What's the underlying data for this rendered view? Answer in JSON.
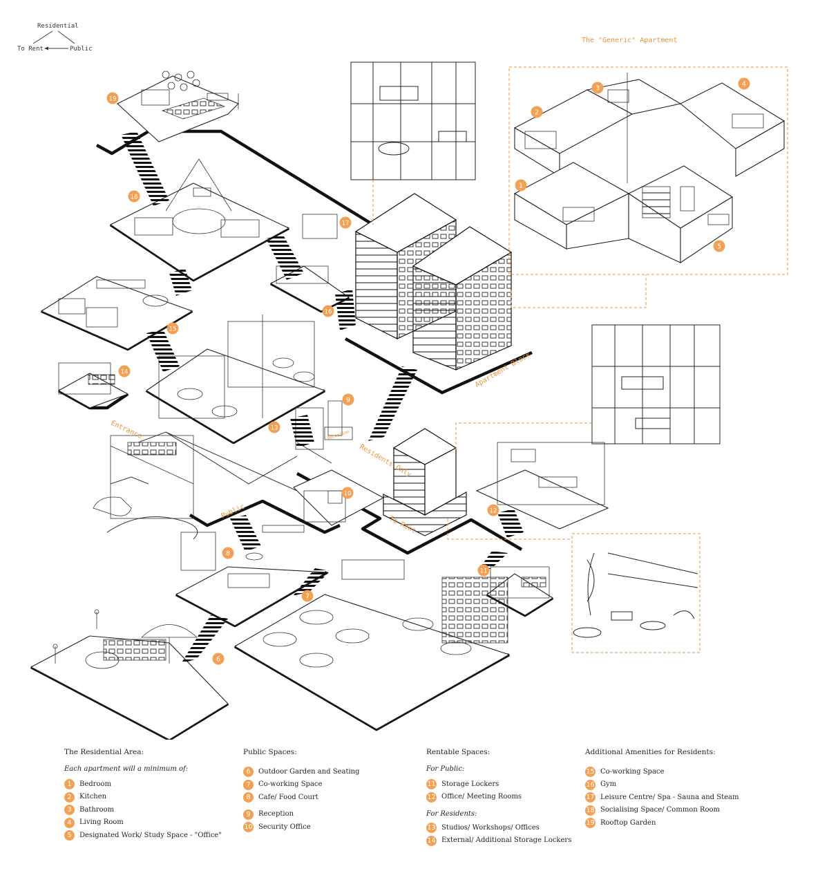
{
  "flow": {
    "residential": "Residential",
    "to_rent": "To Rent",
    "public": "Public"
  },
  "labels": {
    "generic_apartment": "The \"Generic\" Apartment",
    "apartment_block": "Apartment Block",
    "entrance": "Entrance",
    "residents_only": "Residents Only",
    "public": "Public",
    "to_rent": "To Rent",
    "reception_desk": "Reception"
  },
  "colors": {
    "accent": "#F2A154",
    "accent_text": "#E8953A",
    "line": "#1a1a1a"
  },
  "markers": {
    "m1": "1",
    "m2": "2",
    "m3": "3",
    "m4": "4",
    "m5": "5",
    "m6": "6",
    "m7": "7",
    "m8": "8",
    "m9": "9",
    "m10": "10",
    "m11": "11",
    "m12": "12",
    "m13": "13",
    "m14": "14",
    "m15": "15",
    "m16": "16",
    "m17": "17",
    "m18": "18",
    "m19": "19"
  },
  "legend": {
    "residential": {
      "title": "The Residential Area:",
      "subtitle": "Each apartment will a minimum of:",
      "items": [
        {
          "num": "1",
          "label": "Bedroom"
        },
        {
          "num": "2",
          "label": "Kitchen"
        },
        {
          "num": "3",
          "label": "Bathroom"
        },
        {
          "num": "4",
          "label": "Living Room"
        },
        {
          "num": "5",
          "label": "Designated Work/ Study Space - \"Office\""
        }
      ]
    },
    "public": {
      "title": "Public Spaces:",
      "items": [
        {
          "num": "6",
          "label": "Outdoor Garden and Seating"
        },
        {
          "num": "7",
          "label": "Co-working Space"
        },
        {
          "num": "8",
          "label": "Cafe/ Food Court"
        },
        {
          "num": "9",
          "label": "Reception"
        },
        {
          "num": "10",
          "label": "Security Office"
        }
      ]
    },
    "rentable": {
      "title": "Rentable Spaces:",
      "for_public": "For Public:",
      "public_items": [
        {
          "num": "11",
          "label": "Storage Lockers"
        },
        {
          "num": "12",
          "label": "Office/ Meeting Rooms"
        }
      ],
      "for_residents": "For Residents:",
      "resident_items": [
        {
          "num": "13",
          "label": "Studios/ Workshops/ Offices"
        },
        {
          "num": "14",
          "label": "External/ Additional Storage Lockers"
        }
      ]
    },
    "amenities": {
      "title": "Additional Amenities for Residents:",
      "items": [
        {
          "num": "15",
          "label": "Co-working Space"
        },
        {
          "num": "16",
          "label": "Gym"
        },
        {
          "num": "17",
          "label": "Leisure Centre/ Spa - Sauna and Steam"
        },
        {
          "num": "18",
          "label": "Socialising Space/ Common Room"
        },
        {
          "num": "19",
          "label": "Rooftop Garden"
        }
      ]
    }
  }
}
